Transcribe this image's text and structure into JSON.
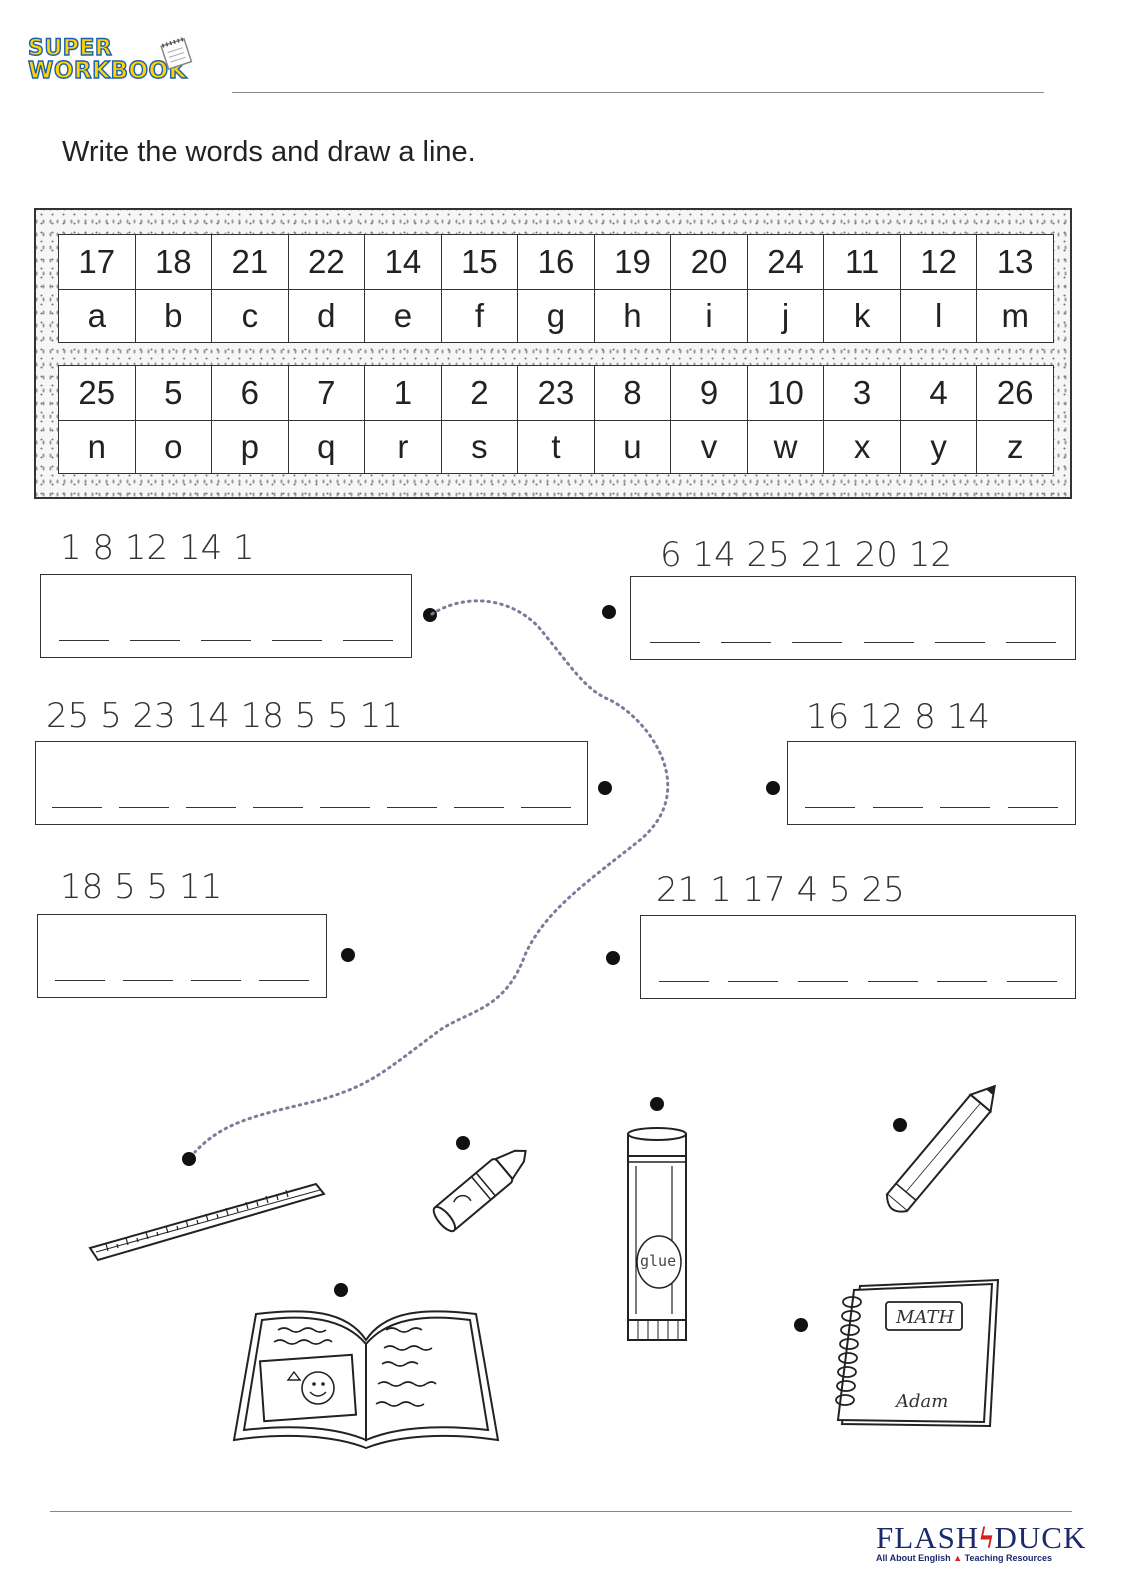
{
  "header": {
    "logo_line1": "SUPER",
    "logo_line2": "WORKBOOK",
    "instruction": "Write the words and draw a line."
  },
  "cipher": {
    "row1": {
      "numbers": [
        "17",
        "18",
        "21",
        "22",
        "14",
        "15",
        "16",
        "19",
        "20",
        "24",
        "11",
        "12",
        "13"
      ],
      "letters": [
        "a",
        "b",
        "c",
        "d",
        "e",
        "f",
        "g",
        "h",
        "i",
        "j",
        "k",
        "l",
        "m"
      ]
    },
    "row2": {
      "numbers": [
        "25",
        "5",
        "6",
        "7",
        "1",
        "2",
        "23",
        "8",
        "9",
        "10",
        "3",
        "4",
        "26"
      ],
      "letters": [
        "n",
        "o",
        "p",
        "q",
        "r",
        "s",
        "t",
        "u",
        "v",
        "w",
        "x",
        "y",
        "z"
      ]
    }
  },
  "puzzles": {
    "p1": "1   8   12   14   1",
    "p2": "6   14   25   21   20   12",
    "p3": "25   5   23   14   18   5   5   11",
    "p4": "16   12   8   14",
    "p5": "18   5   5   11",
    "p6": "21   1   17   4   5   25"
  },
  "pictures": {
    "glue_label": "glue",
    "notebook_subject": "MATH",
    "notebook_name": "Adam"
  },
  "footer": {
    "brand_left": "FLASH",
    "brand_right": "DUCK",
    "tag_left": "All About English",
    "tag_right": "Teaching Resources"
  }
}
